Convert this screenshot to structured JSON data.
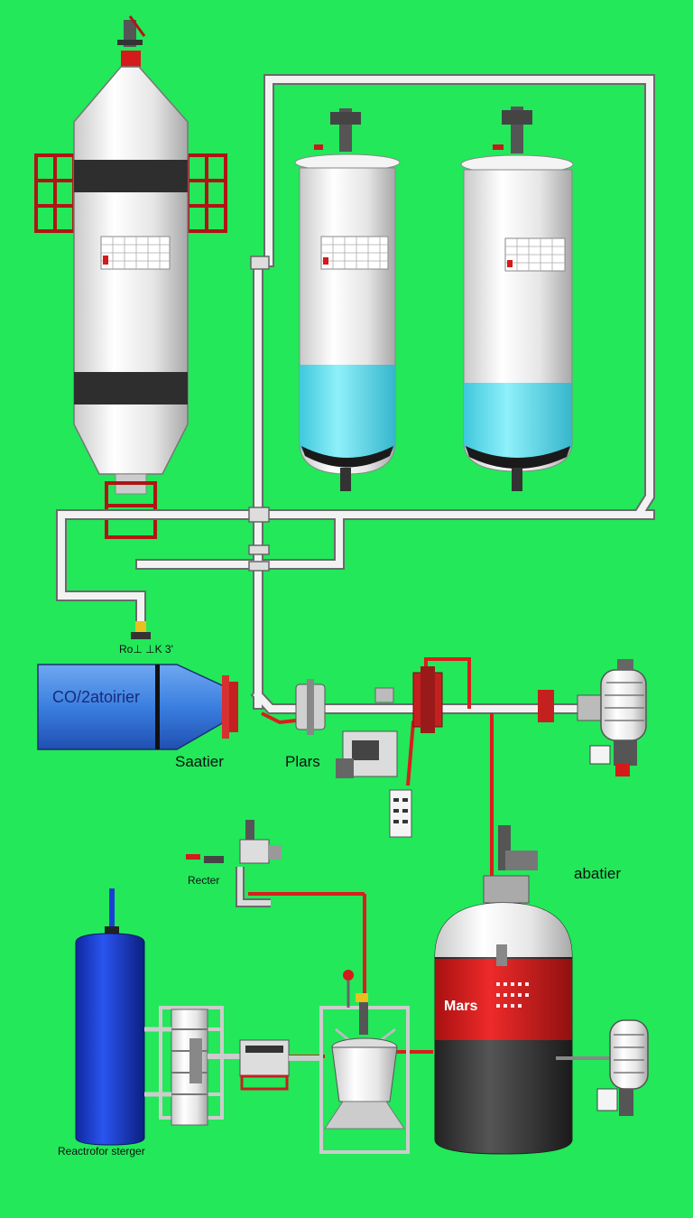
{
  "labels": {
    "tank_small_label": "Ro⊥ ⊥K 3'",
    "co2_tank": "CO/2atoirier",
    "sabatier_left": "Saatier",
    "plars": "Plars",
    "sabatier_right": "abatier",
    "reactor": "Recter",
    "mars_tank": "Mars",
    "storage": "Reactrofor sterger"
  },
  "colors": {
    "background": "#22e85a",
    "pipe": "#f2f2f2",
    "red_line": "#d81e1e",
    "co2_tank": "#3a7fe0",
    "storage_tank": "#1a3fd6",
    "water": "#5fe0ef",
    "mars_red": "#d61f1f",
    "mars_dark": "#333333"
  }
}
